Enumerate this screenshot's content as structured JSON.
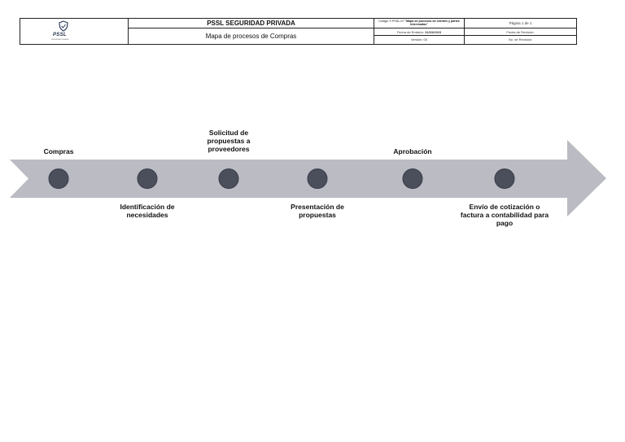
{
  "header": {
    "logo_text": "PSSL",
    "logo_subtext": "SEGURIDAD PRIVADA",
    "company": "PSSL SEGURIDAD PRIVADA",
    "document_title": "Mapa de procesos de Compras",
    "code_prefix": "Código: F-PSSL-07 ",
    "code_name": "\"Mapa de procesos de clientes y partes interesadas\"",
    "page": "Página 1 de 1",
    "emission_label": "Fecha de Emisión: ",
    "emission_date": "31/03/2023",
    "revision_date_label": "Fecha de Revisión:",
    "version": "Versión: 00",
    "revision_number": "No. de Revisión:"
  },
  "colors": {
    "arrow": "#babbc3",
    "dot": "#4b4f5c",
    "dot_stroke": "#3a3d48"
  },
  "steps": [
    {
      "label": "Compras",
      "position": "above"
    },
    {
      "label": "Identificación de necesidades",
      "position": "below"
    },
    {
      "label": "Solicitud de propuestas a proveedores",
      "position": "above"
    },
    {
      "label": "Presentación de propuestas",
      "position": "below"
    },
    {
      "label": "Aprobación",
      "position": "above"
    },
    {
      "label": "Envío de cotización o factura a contabilidad para pago",
      "position": "below"
    }
  ]
}
